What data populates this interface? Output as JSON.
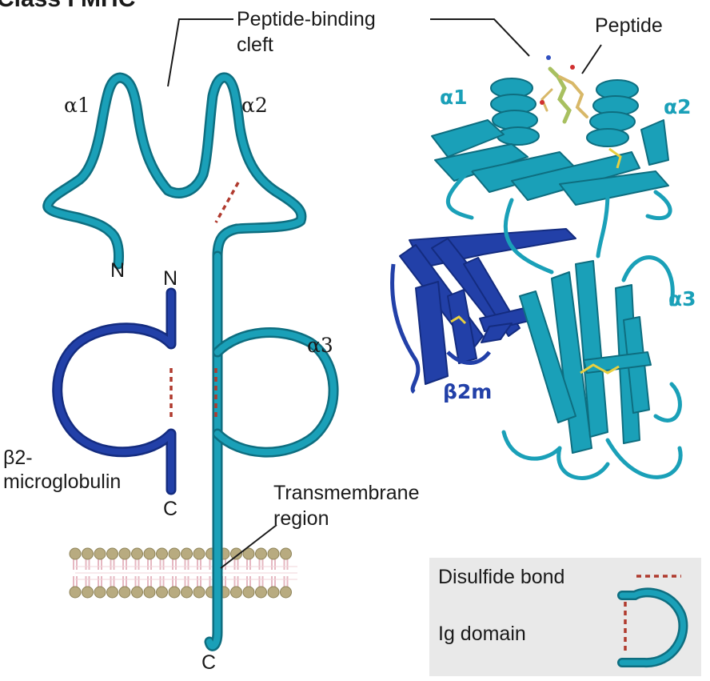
{
  "title": "Class I MHC",
  "labels": {
    "cleft": [
      "Peptide-binding",
      "cleft"
    ],
    "peptide": "Peptide",
    "alpha1": "α1",
    "alpha2": "α2",
    "alpha3": "α3",
    "n_heavy": "N",
    "n_b2m": "N",
    "c_b2m": "C",
    "c_heavy": "C",
    "b2m": [
      "β2-",
      "microglobulin"
    ],
    "transmembrane": [
      "Transmembrane",
      "region"
    ]
  },
  "structure_labels": {
    "alpha1": "α1",
    "alpha2": "α2",
    "alpha3": "α3",
    "b2m": "β2m"
  },
  "legend": {
    "disulfide": "Disulfide bond",
    "ig_domain": "Ig domain"
  },
  "colors": {
    "heavy_chain": "#1aa0b8",
    "b2m": "#2240a8",
    "disulfide": "#b03a2e",
    "membrane_head": "#b8ab80",
    "membrane_tail": "#e6b8c2",
    "legend_bg": "#e9e9e9",
    "peptide": "#a8c060"
  }
}
